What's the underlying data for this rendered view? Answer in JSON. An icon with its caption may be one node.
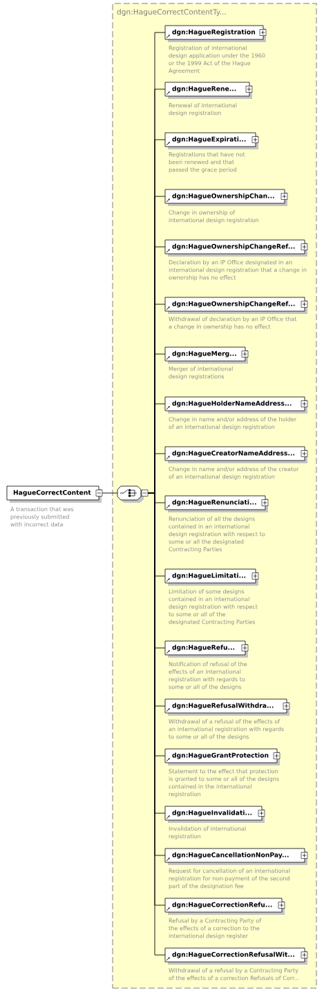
{
  "diagram": {
    "nodes": [
      {
        "text": [
          "HagueCorrectContent"
        ],
        "beside": [
          "A transaction that was previously submitted with incorrect data"
        ]
      },
      {
        "text": [
          "dgn:HagueCorrectContentTy..."
        ]
      },
      {
        "text": [],
        "shape": "octagon",
        "in": 1
      },
      {
        "text": [
          "dgn:HagueRegistration"
        ],
        "beside": [
          "Registration of international design application under the 1960 or the 1999 Act of the Hague Agreement"
        ],
        "in": 1
      },
      {
        "text": [
          "dgn:HagueRene..."
        ],
        "beside": [
          "Renewal of international design registration"
        ],
        "in": 1
      },
      {
        "text": [
          "dgn:HagueExpirati..."
        ],
        "beside": [
          "Registrations that have not been renewed and that passed the grace period"
        ],
        "in": 1
      },
      {
        "text": [
          "dgn:HagueOwnershipChan..."
        ],
        "beside": [
          "Change in ownership of international design registration"
        ],
        "in": 1
      },
      {
        "text": [
          "dgn:HagueOwnershipChangeRef..."
        ],
        "beside": [
          "Declaration by an IP Office designated in an international design registration that a change in ownership has no effect"
        ],
        "in": 1
      },
      {
        "text": [
          "dgn:HagueOwnershipChangeRef..."
        ],
        "beside": [
          "Withdrawal of declaration by an IP Office that a change in ownership has no effect"
        ],
        "in": 1
      },
      {
        "text": [
          "dgn:HagueMerg..."
        ],
        "beside": [
          "Merger of international design registrations"
        ],
        "in": 1
      },
      {
        "text": [
          "dgn:HagueHolderNameAddress..."
        ],
        "beside": [
          "Change in name and/or address of the holder of an international design registration"
        ],
        "in": 1
      },
      {
        "text": [
          "dgn:HagueCreatorNameAddress..."
        ],
        "beside": [
          "Change in name and/or address of the creator of an international design registration"
        ],
        "in": 1
      },
      {
        "text": [
          "dgn:HagueRenunciati..."
        ],
        "beside": [
          "Renunciation of all the designs contained in an international design registration with respect to some or all the designated Contracting Parties"
        ],
        "in": 1
      },
      {
        "text": [
          "dgn:HagueLimitati..."
        ],
        "beside": [
          "Limitation of some designs contained in an international design registration with respect to some or all of the designated Contracting Parties"
        ],
        "in": 1
      },
      {
        "text": [
          "dgn:HagueRefu..."
        ],
        "beside": [
          "Notification of refusal of the effects of an international registration with regards to some or all of the designs"
        ],
        "in": 1
      },
      {
        "text": [
          "dgn:HagueRefusalWithdra..."
        ],
        "beside": [
          "Withdrawal of a refusal of the effects of an international registration with regards to some or all of the designs"
        ],
        "in": 1
      },
      {
        "text": [
          "dgn:HagueGrantProtection"
        ],
        "beside": [
          "Statement to the effect that protection is granted to some or all of the designs contained in the international registration"
        ],
        "in": 1
      },
      {
        "text": [
          "dgn:HagueInvalidati..."
        ],
        "beside": [
          "Invalidation of international registration"
        ],
        "in": 1
      },
      {
        "text": [
          "dgn:HagueCancellationNonPay..."
        ],
        "beside": [
          "Request for cancellation of an international registration for non-payment of the second part of the designation fee"
        ],
        "in": 1
      },
      {
        "text": [
          "dgn:HagueCorrectionRefu..."
        ],
        "beside": [
          "Refusal by a Contracting Party of the effects of a correction to the international design register"
        ],
        "in": 1
      },
      {
        "text": [
          "dgn:HagueCorrectionRefusalWit..."
        ],
        "beside": [
          "Withdrawal of a refusal by a Contracting Party of the effects of a correction Refusals of Corr..."
        ],
        "in": 1
      }
    ],
    "edges": [
      {
        "from": 0,
        "to": 2,
        "arrow": "none"
      },
      {
        "from": 2,
        "to": 3,
        "arrow": "none"
      },
      {
        "from": 2,
        "to": 4,
        "arrow": "none"
      },
      {
        "from": 2,
        "to": 5,
        "arrow": "none"
      },
      {
        "from": 2,
        "to": 6,
        "arrow": "none"
      },
      {
        "from": 2,
        "to": 7,
        "arrow": "none"
      },
      {
        "from": 2,
        "to": 8,
        "arrow": "none"
      },
      {
        "from": 2,
        "to": 9,
        "arrow": "none"
      },
      {
        "from": 2,
        "to": 10,
        "arrow": "none"
      },
      {
        "from": 2,
        "to": 11,
        "arrow": "none"
      },
      {
        "from": 2,
        "to": 12,
        "arrow": "none"
      },
      {
        "from": 2,
        "to": 13,
        "arrow": "none"
      },
      {
        "from": 2,
        "to": 14,
        "arrow": "none"
      },
      {
        "from": 2,
        "to": 15,
        "arrow": "none"
      },
      {
        "from": 2,
        "to": 16,
        "arrow": "none"
      },
      {
        "from": 2,
        "to": 17,
        "arrow": "none"
      },
      {
        "from": 2,
        "to": 18,
        "arrow": "none"
      },
      {
        "from": 2,
        "to": 19,
        "arrow": "none"
      },
      {
        "from": 2,
        "to": 20,
        "arrow": "none"
      }
    ]
  }
}
